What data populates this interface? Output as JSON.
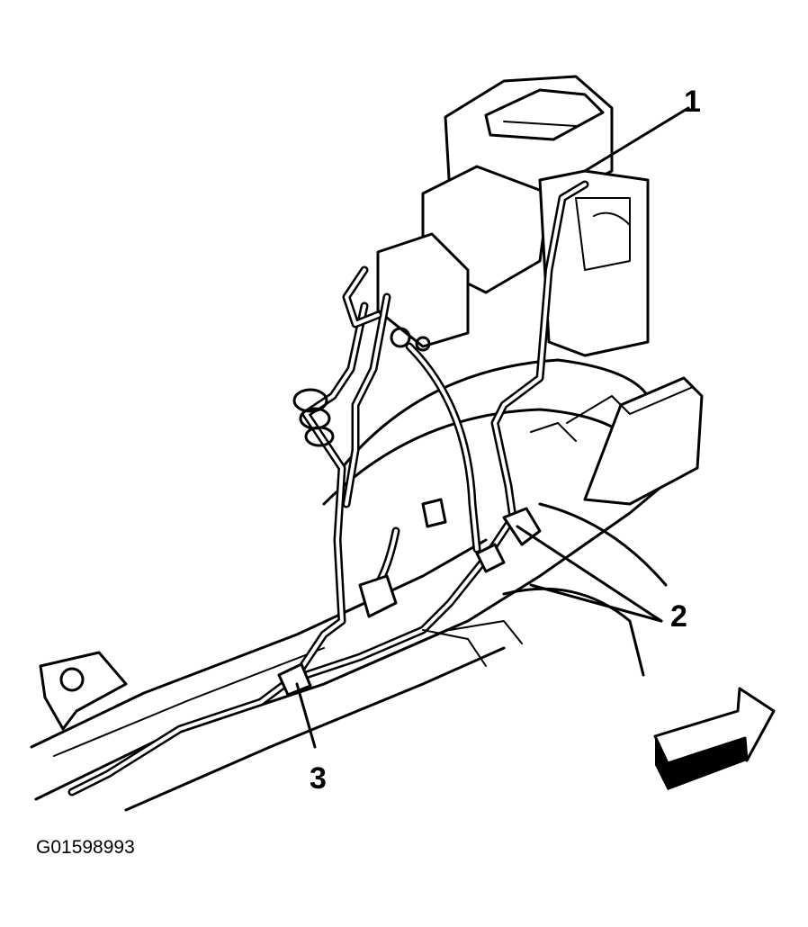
{
  "callouts": [
    {
      "id": "1",
      "text": "1"
    },
    {
      "id": "2",
      "text": "2"
    },
    {
      "id": "3",
      "text": "3"
    }
  ],
  "figure_id": "G01598993"
}
